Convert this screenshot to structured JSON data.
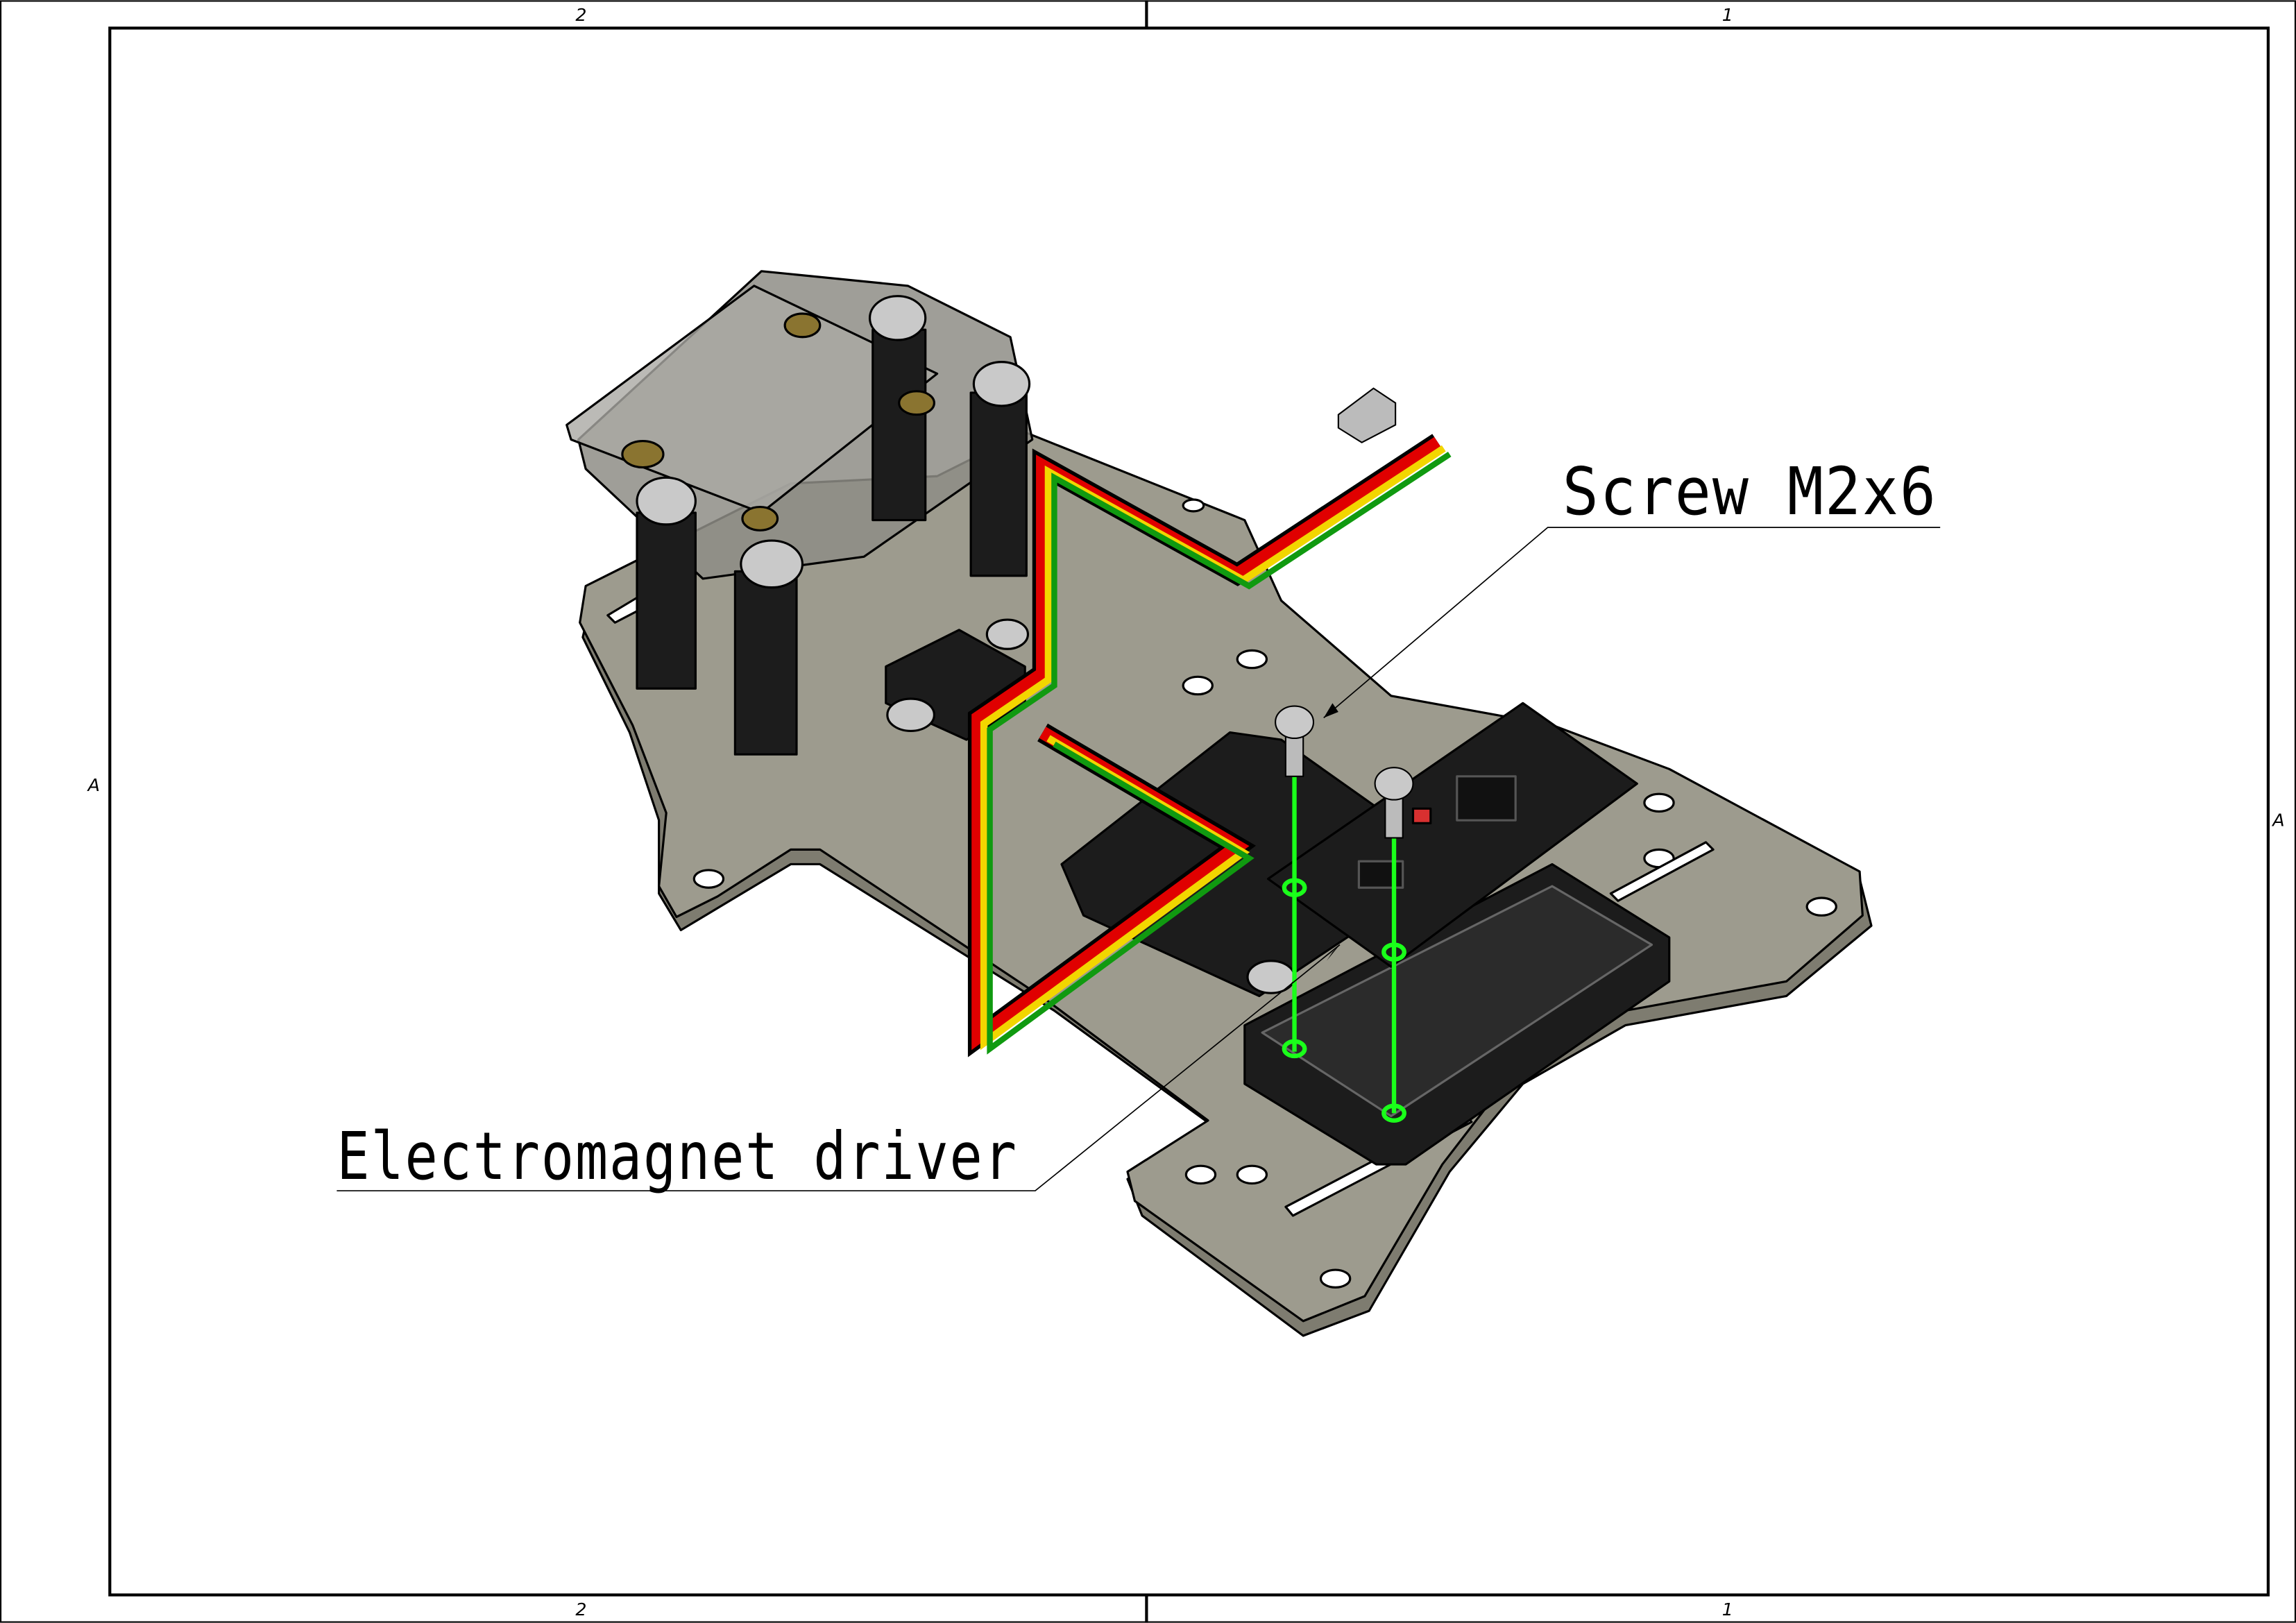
{
  "sheet": {
    "zones_top": [
      "2",
      "1"
    ],
    "zones_bottom": [
      "2",
      "1"
    ],
    "zone_left": "A",
    "zone_right": "A"
  },
  "callouts": {
    "screw": "Screw M2x6",
    "driver": "Electromagnet driver"
  },
  "colors": {
    "plate": "#9d9b8e",
    "part_black": "#1c1c1c",
    "highlight_green": "#1aff1a",
    "wire_red": "#e00000",
    "wire_yellow": "#f2d600",
    "wire_green": "#109a10",
    "brass": "#8a7430"
  }
}
